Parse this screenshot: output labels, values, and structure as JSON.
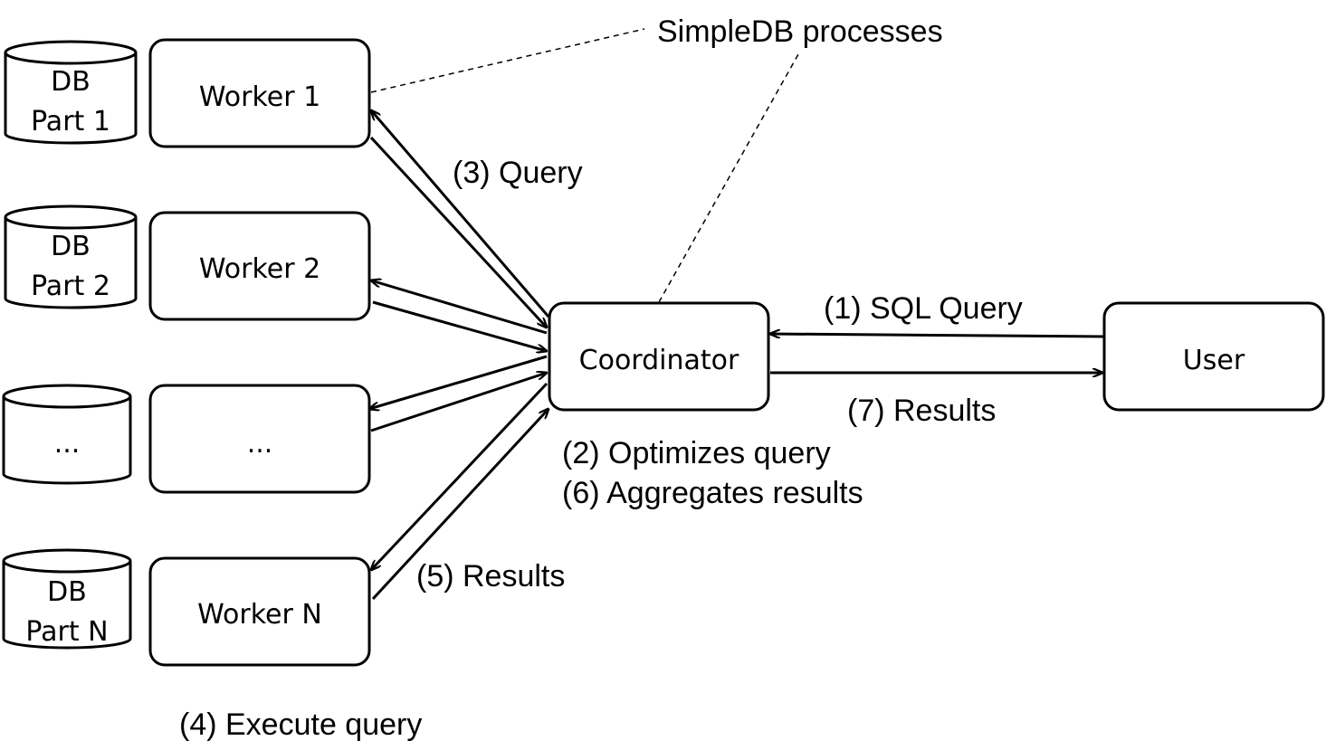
{
  "nodes": {
    "db1": [
      "DB",
      "Part 1"
    ],
    "db2": [
      "DB",
      "Part 2"
    ],
    "db3": [
      "..."
    ],
    "dbn": [
      "DB",
      "Part N"
    ],
    "worker1": "Worker 1",
    "worker2": "Worker 2",
    "worker_ellipsis": "...",
    "workern": "Worker N",
    "coordinator": "Coordinator",
    "user": "User"
  },
  "annotations": {
    "simpledb_processes": "SimpleDB processes",
    "step1": "(1) SQL Query",
    "step2": "(2) Optimizes query",
    "step3": "(3) Query",
    "step4": "(4) Execute query",
    "step5": "(5) Results",
    "step6": "(6) Aggregates results",
    "step7": "(7) Results"
  }
}
